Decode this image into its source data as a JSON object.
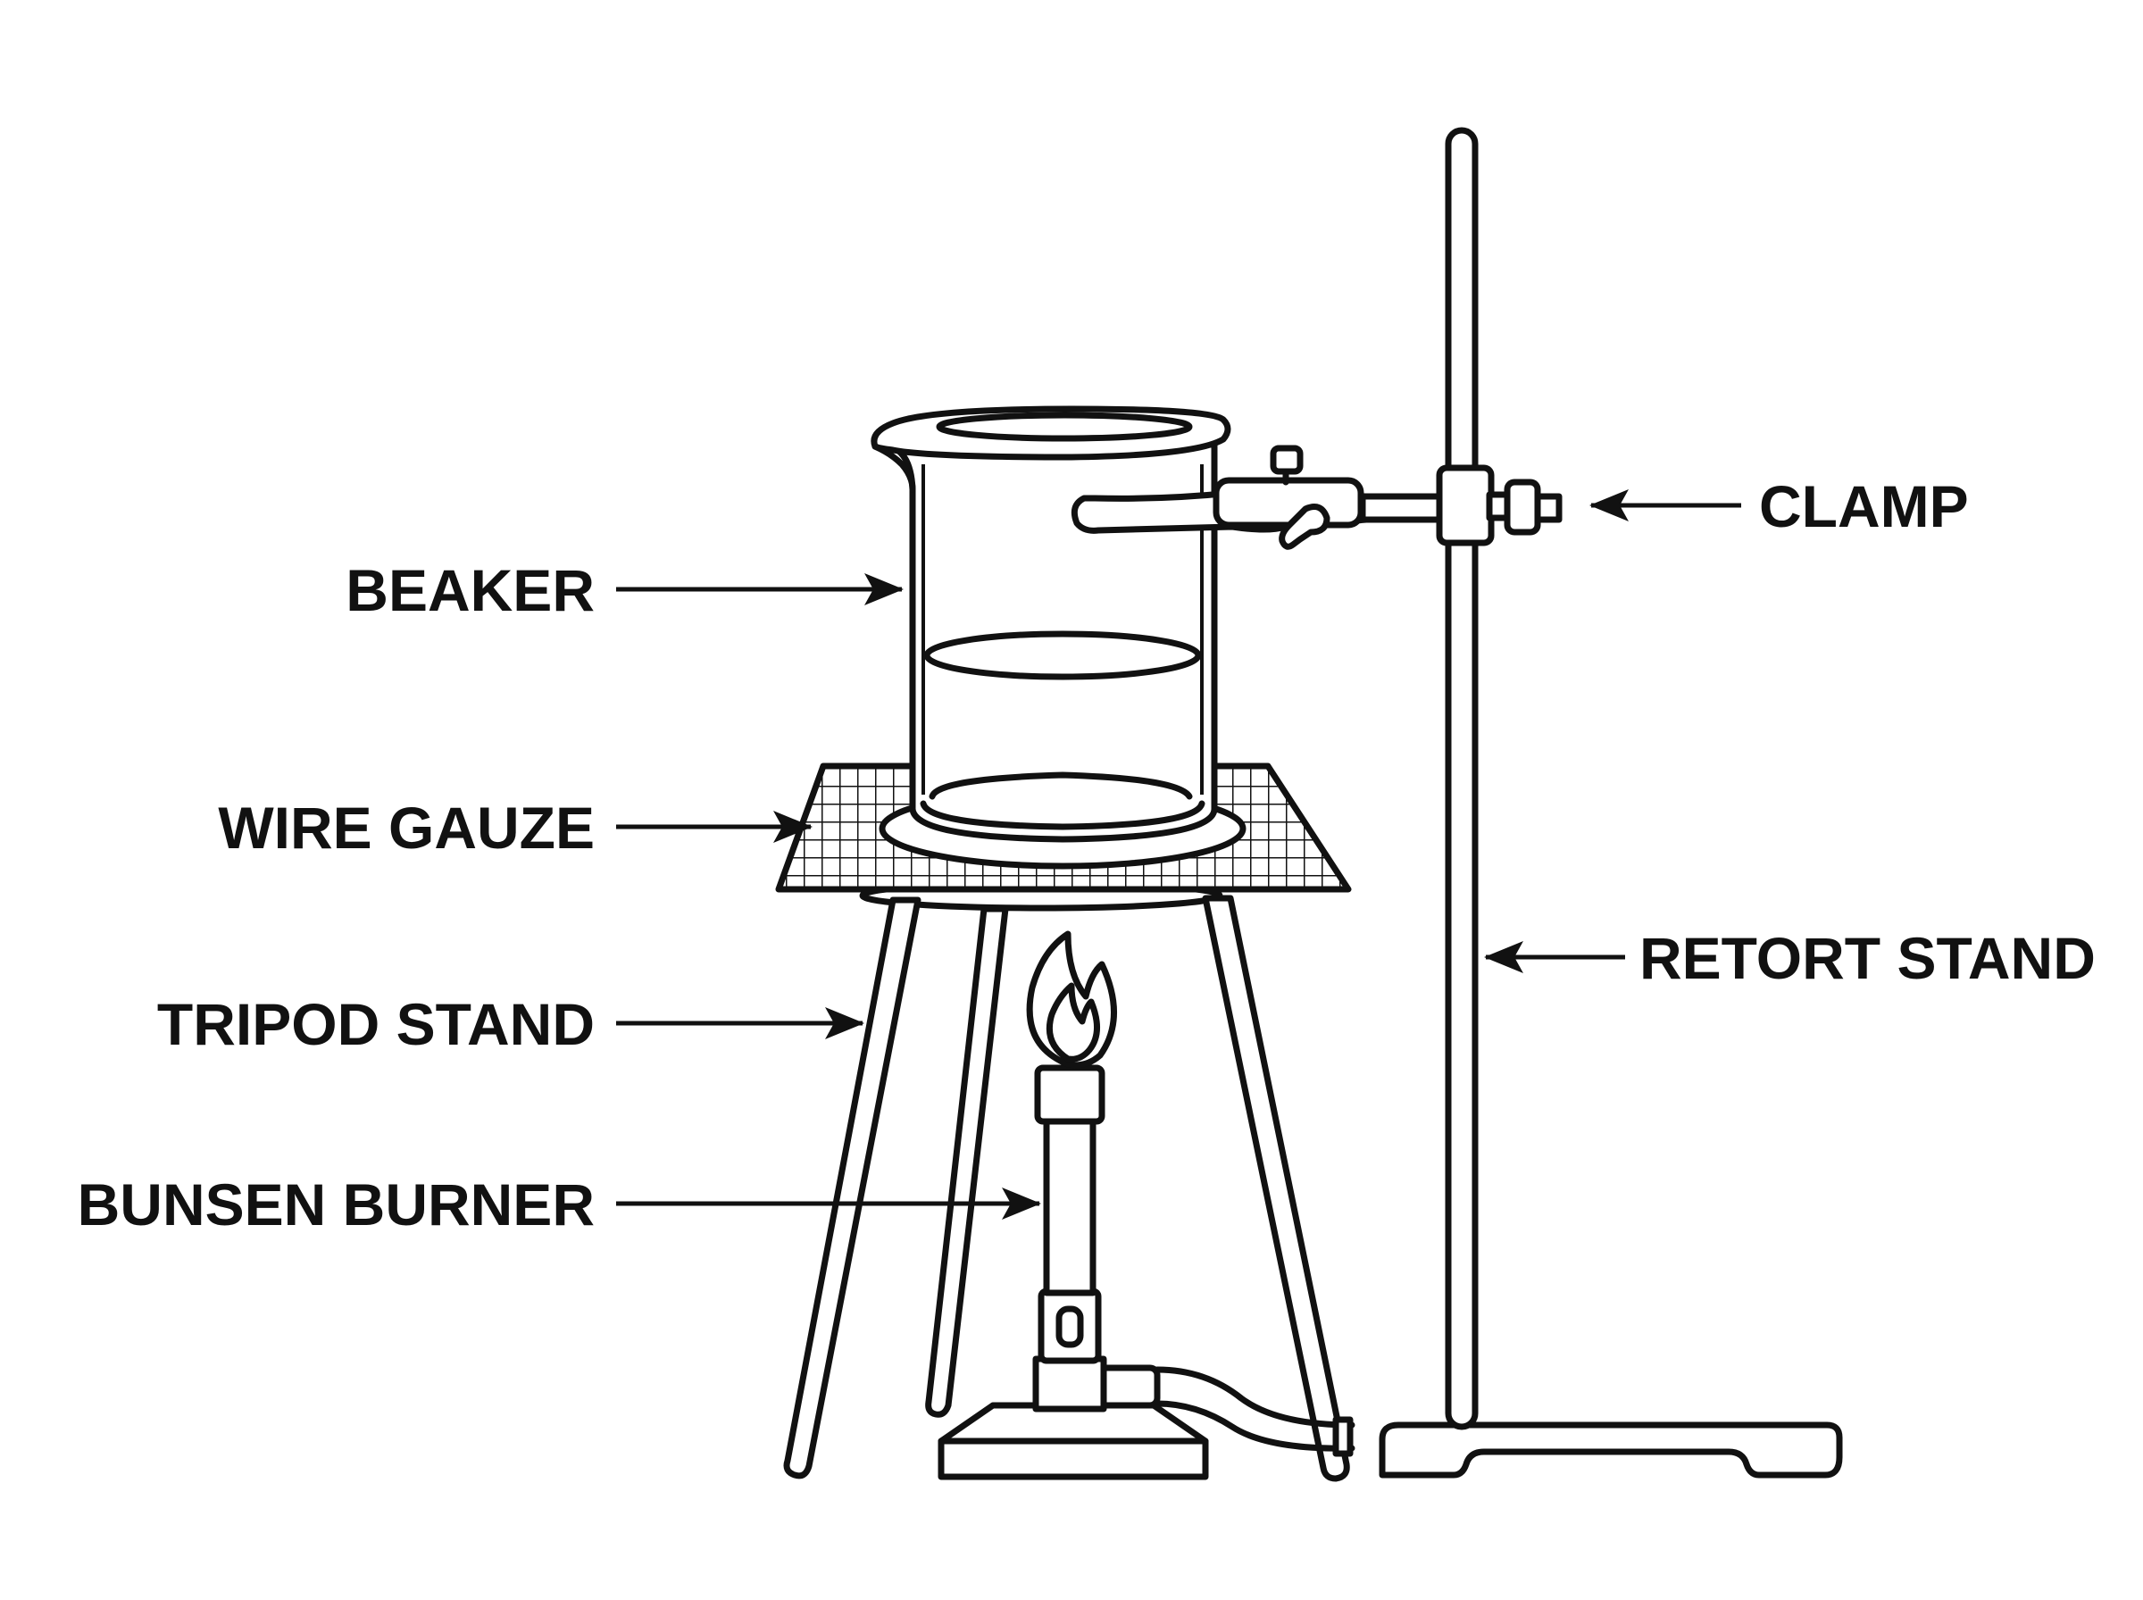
{
  "labels": {
    "beaker": "BEAKER",
    "wire_gauze": "WIRE GAUZE",
    "tripod_stand": "TRIPOD STAND",
    "bunsen_burner": "BUNSEN BURNER",
    "clamp": "CLAMP",
    "retort_stand": "RETORT STAND"
  },
  "colors": {
    "line": "#111111",
    "background": "#ffffff"
  }
}
